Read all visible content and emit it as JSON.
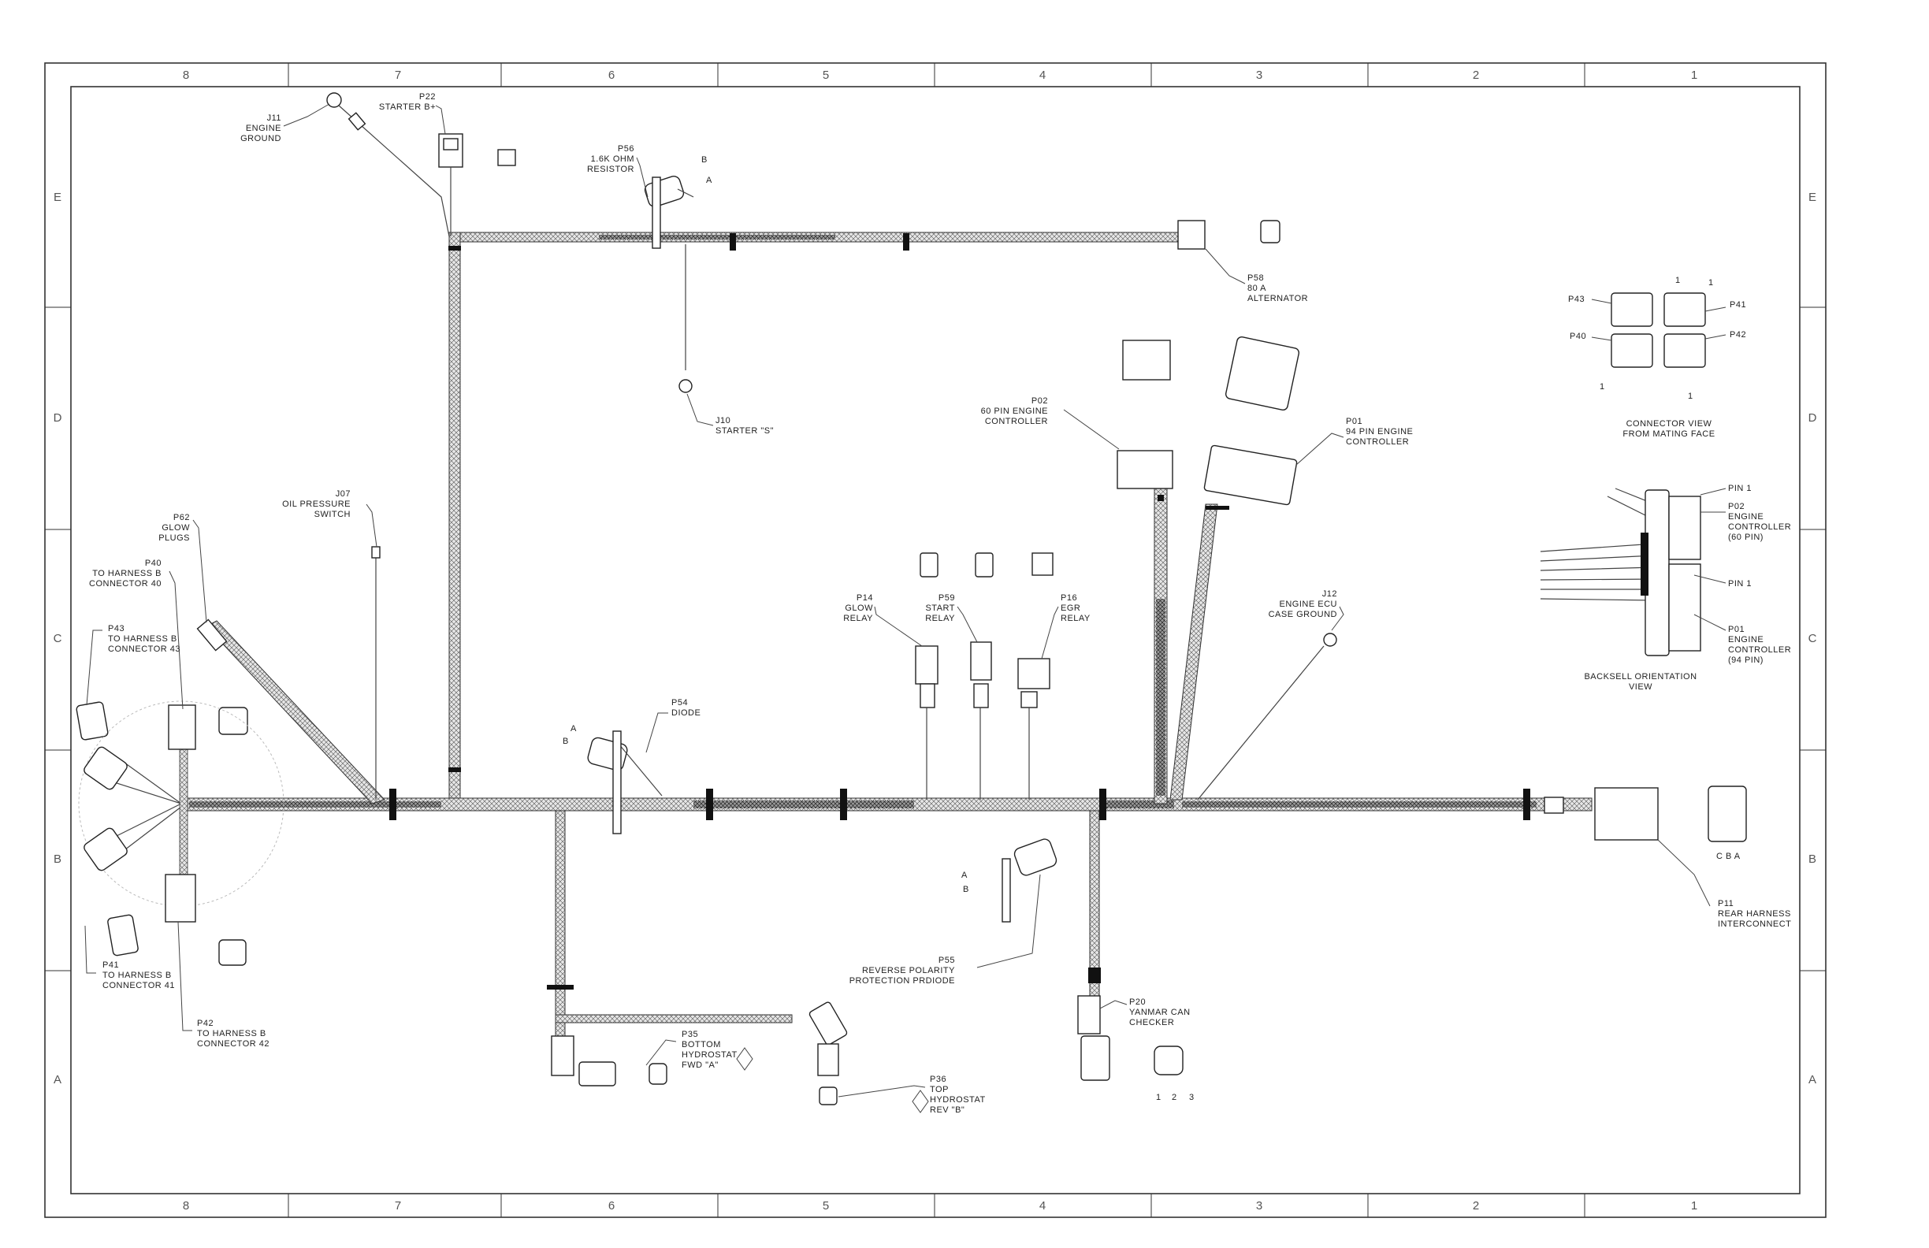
{
  "border": {
    "columns": [
      "8",
      "7",
      "6",
      "5",
      "4",
      "3",
      "2",
      "1"
    ],
    "rows": [
      "E",
      "D",
      "C",
      "B",
      "A"
    ]
  },
  "labels": {
    "j11": [
      "J11",
      "ENGINE",
      "GROUND"
    ],
    "p22": [
      "P22",
      "STARTER B+"
    ],
    "p56": [
      "P56",
      "1.6K OHM",
      "RESISTOR"
    ],
    "p58": [
      "P58",
      "80 A",
      "ALTERNATOR"
    ],
    "j10": [
      "J10",
      "STARTER \"S\""
    ],
    "p02": [
      "P02",
      "60 PIN ENGINE",
      "CONTROLLER"
    ],
    "p01": [
      "P01",
      "94 PIN ENGINE",
      "CONTROLLER"
    ],
    "j07": [
      "J07",
      "OIL PRESSURE",
      "SWITCH"
    ],
    "p62": [
      "P62",
      "GLOW",
      "PLUGS"
    ],
    "p40": [
      "P40",
      "TO HARNESS B",
      "CONNECTOR 40"
    ],
    "p43": [
      "P43",
      "TO HARNESS B",
      "CONNECTOR 43"
    ],
    "p14": [
      "P14",
      "GLOW",
      "RELAY"
    ],
    "p59": [
      "P59",
      "START",
      "RELAY"
    ],
    "p16": [
      "P16",
      "EGR",
      "RELAY"
    ],
    "j12": [
      "J12",
      "ENGINE ECU",
      "CASE GROUND"
    ],
    "p54": [
      "P54",
      "DIODE"
    ],
    "p55": [
      "P55",
      "REVERSE POLARITY",
      "PROTECTION PRDIODE"
    ],
    "p41": [
      "P41",
      "TO HARNESS B",
      "CONNECTOR 41"
    ],
    "p42": [
      "P42",
      "TO HARNESS B",
      "CONNECTOR 42"
    ],
    "p35": [
      "P35",
      "BOTTOM",
      "HYDROSTAT",
      "FWD \"A\""
    ],
    "p36": [
      "P36",
      "TOP",
      "HYDROSTAT",
      "REV \"B\""
    ],
    "p20": [
      "P20",
      "YANMAR CAN",
      "CHECKER"
    ],
    "p11": [
      "P11",
      "REAR HARNESS",
      "INTERCONNECT"
    ]
  },
  "connector_view": {
    "p43": "P43",
    "p41": "P41",
    "p40": "P40",
    "p42": "P42",
    "pin1": "1",
    "caption": [
      "CONNECTOR VIEW",
      "FROM MATING FACE"
    ]
  },
  "backshell": {
    "pin1_top": "PIN 1",
    "p02": [
      "P02",
      "ENGINE",
      "CONTROLLER",
      "(60 PIN)"
    ],
    "pin1_mid": "PIN 1",
    "p01": [
      "P01",
      "ENGINE",
      "CONTROLLER",
      "(94 PIN)"
    ],
    "caption": [
      "BACKSELL ORIENTATION",
      "VIEW"
    ]
  },
  "pin_letters": {
    "a": "A",
    "b": "B",
    "p20_pins": [
      "1",
      "2",
      "3"
    ],
    "p11_pins": "C B A"
  },
  "colors": {
    "line": "#333333",
    "background": "#ffffff"
  }
}
